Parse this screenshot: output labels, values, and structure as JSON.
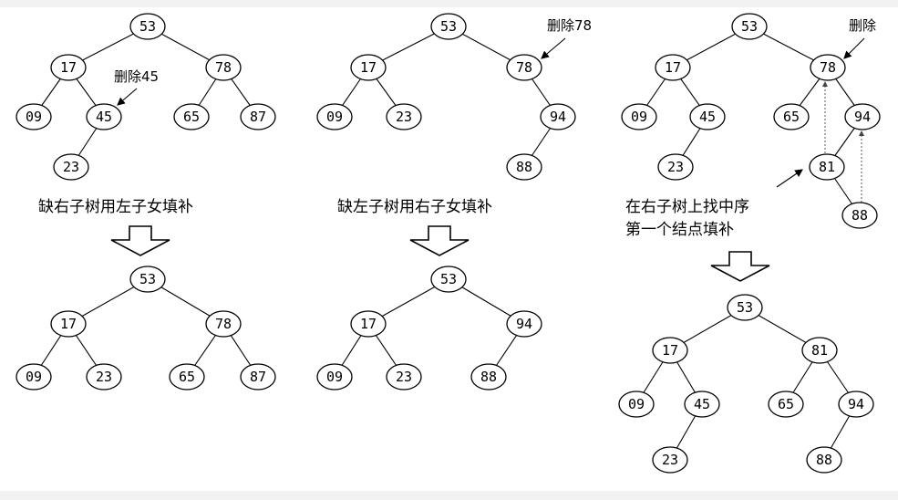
{
  "panels": {
    "left": {
      "annotation": "删除45",
      "caption": "缺右子树用左子女填补"
    },
    "middle": {
      "annotation": "删除78",
      "caption": "缺左子树用右子女填补"
    },
    "right": {
      "annotation": "删除",
      "caption_line1": "在右子树上找中序",
      "caption_line2": "第一个结点填补"
    }
  },
  "nodes": {
    "l_t": [
      "53",
      "17",
      "78",
      "09",
      "45",
      "65",
      "87",
      "23"
    ],
    "l_b": [
      "53",
      "17",
      "78",
      "09",
      "23",
      "65",
      "87"
    ],
    "m_t": [
      "53",
      "17",
      "78",
      "09",
      "23",
      "94",
      "88"
    ],
    "m_b": [
      "53",
      "17",
      "94",
      "09",
      "23",
      "88"
    ],
    "r_t": [
      "53",
      "17",
      "78",
      "09",
      "45",
      "65",
      "94",
      "23",
      "81",
      "88"
    ],
    "r_b": [
      "53",
      "17",
      "81",
      "09",
      "45",
      "65",
      "94",
      "23",
      "88"
    ]
  }
}
